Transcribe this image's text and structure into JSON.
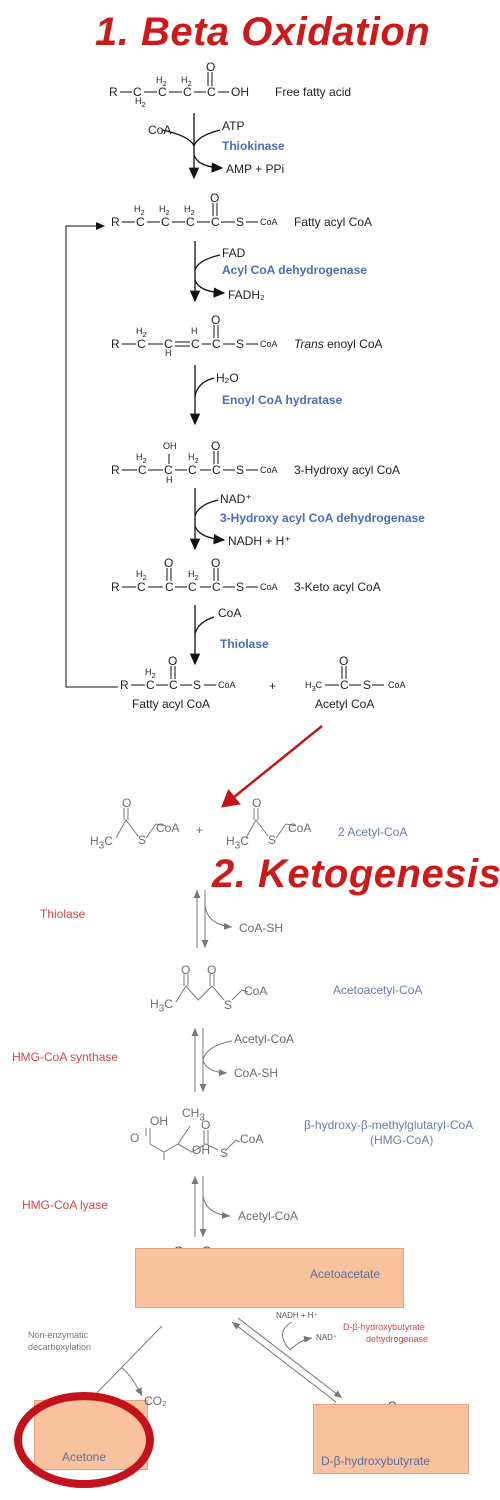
{
  "titles": {
    "beta": "1. Beta Oxidation",
    "keto": "2. Ketogenesis"
  },
  "beta": {
    "compounds": {
      "free_fatty_acid": "Free fatty acid",
      "fatty_acyl_coa": "Fatty acyl CoA",
      "trans_enoyl_coa_italic": "Trans",
      "trans_enoyl_coa_rest": " enoyl CoA",
      "hydroxy_acyl_coa": "3-Hydroxy acyl CoA",
      "keto_acyl_coa": "3-Keto acyl CoA",
      "product_fatty_acyl_coa": "Fatty acyl CoA",
      "acetyl_coa": "Acetyl CoA",
      "plus": "+"
    },
    "steps": [
      {
        "enzyme": "Thiokinase",
        "in_left": "CoA",
        "in_right": "ATP",
        "out": "AMP + PPi"
      },
      {
        "enzyme": "Acyl CoA dehydrogenase",
        "in_right": "FAD",
        "out": "FADH₂"
      },
      {
        "enzyme": "Enoyl CoA hydratase",
        "in_right": "H₂O"
      },
      {
        "enzyme": "3-Hydroxy acyl CoA dehydrogenase",
        "in_right": "NAD⁺",
        "out": "NADH + H⁺"
      },
      {
        "enzyme": "Thiolase",
        "in_right": "CoA"
      }
    ]
  },
  "keto": {
    "compounds": {
      "two_acetyl_coa": "2 Acetyl-CoA",
      "acetoacetyl_coa": "Acetoacetyl-CoA",
      "hmg_coa_line1": "β-hydroxy-β-methylglutaryl-CoA",
      "hmg_coa_line2": "(HMG-CoA)",
      "acetoacetate": "Acetoacetate",
      "acetone": "Acetone",
      "d_bhb": "D-β-hydroxybutyrate",
      "plus": "+"
    },
    "enzymes": {
      "thiolase": "Thiolase",
      "hmg_synthase": "HMG-CoA synthase",
      "hmg_lyase": "HMG-CoA lyase",
      "bhb_dh_line1": "D-β-hydroxybutyrate",
      "bhb_dh_line2": "dehydrogenase"
    },
    "cofactors": {
      "coa_sh_1": "CoA-SH",
      "acetyl_coa_in": "Acetyl-CoA",
      "coa_sh_2": "CoA-SH",
      "acetyl_coa_out": "Acetyl-CoA",
      "co2": "CO₂",
      "nadh": "NADH + H⁺",
      "nad": "NAD⁺",
      "non_enzymatic_1": "Non-enzymatic",
      "non_enzymatic_2": "decarboxylation"
    }
  },
  "colors": {
    "title_red": "#cc1a1a",
    "enzyme_blue": "#4a6db5",
    "keto_red": "#cc4a4a",
    "keto_blue": "#6a7eaa",
    "box_fill": "#f9c29e",
    "ring_red": "#c3121c"
  }
}
